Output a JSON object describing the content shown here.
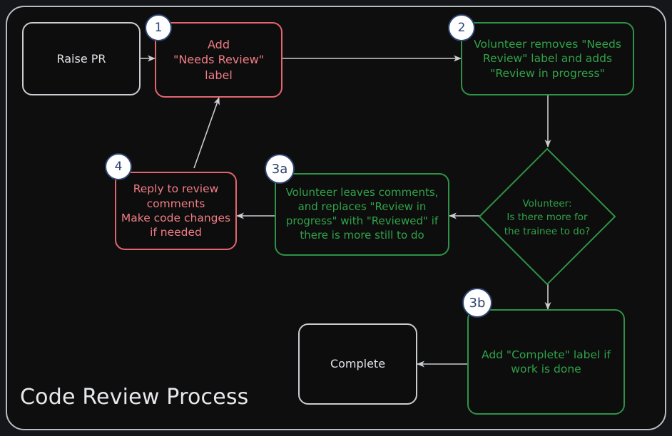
{
  "diagram": {
    "title": "Code Review Process",
    "colors": {
      "background": "#0e0e0e",
      "page_background": "#14161a",
      "frame_border": "#b9bcc0",
      "neutral_node": "#c9ccd0",
      "neutral_text": "#dfe2e6",
      "red_node": "#e4656f",
      "red_text": "#ef7d86",
      "green_node": "#2f9246",
      "green_text": "#31a249",
      "badge_fill": "#ffffff",
      "badge_ring": "#2e4472",
      "badge_text": "#2b4270",
      "arrow": "#c9ccd0"
    },
    "nodes": [
      {
        "id": "raise-pr",
        "label": "Raise PR",
        "style": "plain",
        "badge": null
      },
      {
        "id": "add-label",
        "label": "Add\n\"Needs Review\"\nlabel",
        "style": "red",
        "badge": "1"
      },
      {
        "id": "volunteer-review",
        "label": "Volunteer removes \"Needs\nReview\" label and adds\n\"Review in progress\"",
        "style": "green",
        "badge": "2"
      },
      {
        "id": "decision",
        "label": "Volunteer:\nIs there more for\nthe trainee to do?",
        "style": "green-diamond",
        "badge": null
      },
      {
        "id": "leaves-comments",
        "label": "Volunteer leaves comments,\nand replaces \"Review in\nprogress\" with \"Reviewed\" if\nthere is more still to do",
        "style": "green",
        "badge": "3a"
      },
      {
        "id": "reply-review",
        "label": "Reply to review\ncomments\nMake code changes\nif needed",
        "style": "red",
        "badge": "4"
      },
      {
        "id": "add-complete",
        "label": "Add \"Complete\" label if\nwork is done",
        "style": "green",
        "badge": "3b"
      },
      {
        "id": "complete",
        "label": "Complete",
        "style": "plain",
        "badge": null
      }
    ],
    "badges": {
      "one": "1",
      "two": "2",
      "three_a": "3a",
      "three_b": "3b",
      "four": "4"
    },
    "edges": [
      {
        "from": "raise-pr",
        "to": "add-label",
        "direction": "right"
      },
      {
        "from": "add-label",
        "to": "volunteer-review",
        "direction": "right"
      },
      {
        "from": "volunteer-review",
        "to": "decision",
        "direction": "down"
      },
      {
        "from": "decision",
        "to": "leaves-comments",
        "direction": "left"
      },
      {
        "from": "leaves-comments",
        "to": "reply-review",
        "direction": "left"
      },
      {
        "from": "reply-review",
        "to": "add-label",
        "direction": "up-right-diagonal"
      },
      {
        "from": "decision",
        "to": "add-complete",
        "direction": "down"
      },
      {
        "from": "add-complete",
        "to": "complete",
        "direction": "left"
      }
    ]
  }
}
